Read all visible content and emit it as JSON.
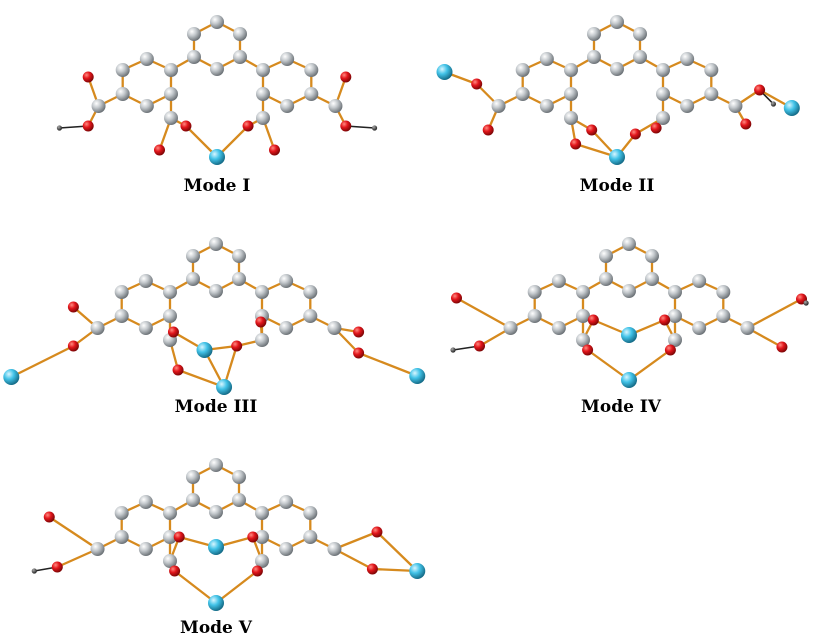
{
  "figure": {
    "panels": [
      {
        "key": "I",
        "label": "Mode I"
      },
      {
        "key": "II",
        "label": "Mode II"
      },
      {
        "key": "III",
        "label": "Mode III"
      },
      {
        "key": "IV",
        "label": "Mode IV"
      },
      {
        "key": "V",
        "label": "Mode V"
      }
    ]
  },
  "colors": {
    "background": "#ffffff",
    "carbon": "#b4b9bd",
    "oxygen": "#e3161c",
    "metal": "#42c3e8",
    "hydrogen": "#444444",
    "bond": "#d68a1e",
    "bond_dark": "#222222",
    "label": "#000000"
  }
}
